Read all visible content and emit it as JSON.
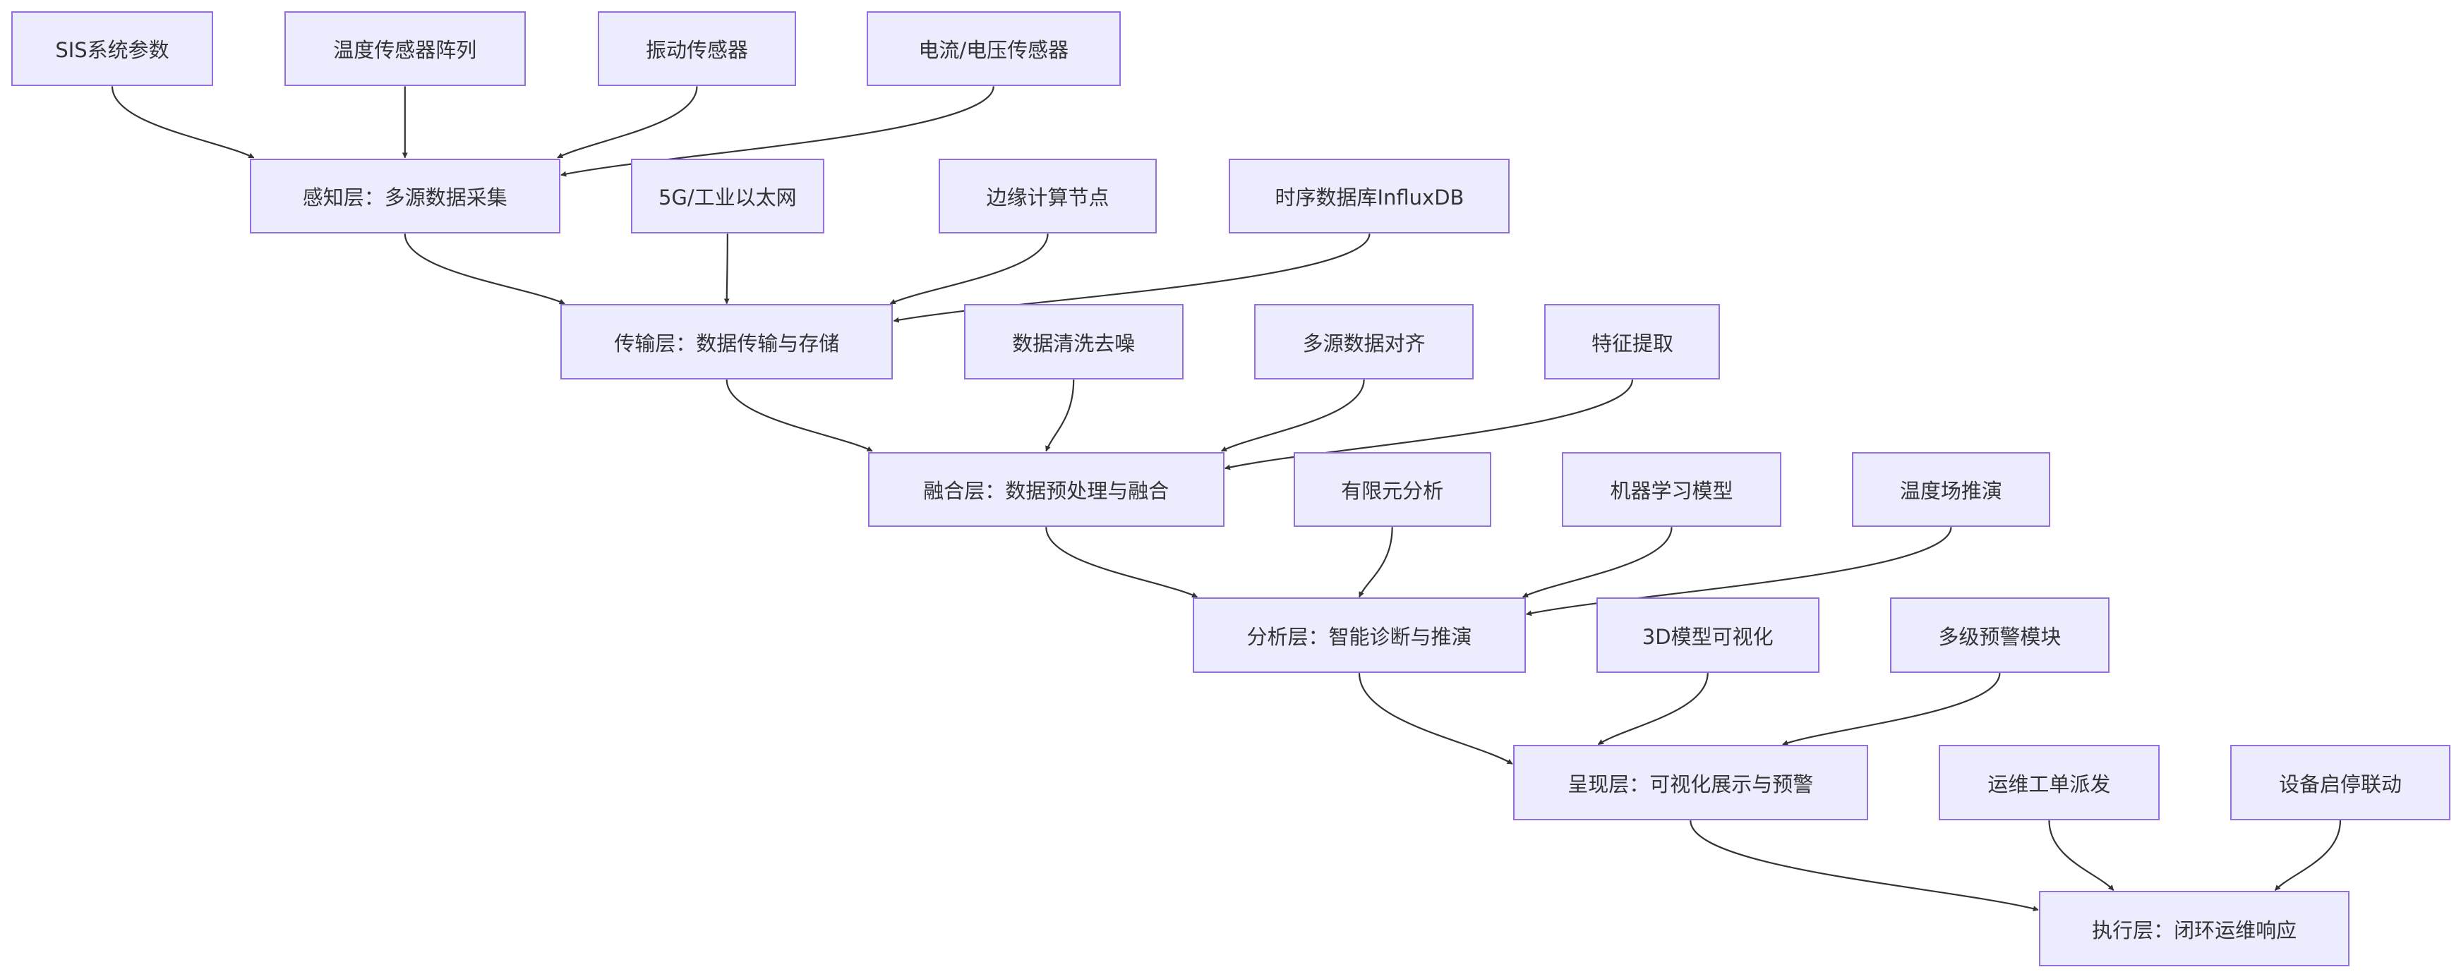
{
  "diagram": {
    "type": "flowchart",
    "direction": "top-down",
    "colors": {
      "node_fill": "#ECECFF",
      "node_border": "#9370DB",
      "edge": "#333333",
      "text": "#333333"
    },
    "nodes": [
      {
        "id": "sis",
        "label": "SIS系统参数",
        "row": 1
      },
      {
        "id": "temp_array",
        "label": "温度传感器阵列",
        "row": 1
      },
      {
        "id": "vibration",
        "label": "振动传感器",
        "row": 1
      },
      {
        "id": "current_voltage",
        "label": "电流/电压传感器",
        "row": 1
      },
      {
        "id": "perception",
        "label": "感知层：多源数据采集",
        "row": 2
      },
      {
        "id": "network",
        "label": "5G/工业以太网",
        "row": 2
      },
      {
        "id": "edge_compute",
        "label": "边缘计算节点",
        "row": 2
      },
      {
        "id": "influxdb",
        "label": "时序数据库InfluxDB",
        "row": 2
      },
      {
        "id": "transport",
        "label": "传输层：数据传输与存储",
        "row": 3
      },
      {
        "id": "cleaning",
        "label": "数据清洗去噪",
        "row": 3
      },
      {
        "id": "alignment",
        "label": "多源数据对齐",
        "row": 3
      },
      {
        "id": "feature",
        "label": "特征提取",
        "row": 3
      },
      {
        "id": "fusion",
        "label": "融合层：数据预处理与融合",
        "row": 4
      },
      {
        "id": "fem",
        "label": "有限元分析",
        "row": 4
      },
      {
        "id": "ml",
        "label": "机器学习模型",
        "row": 4
      },
      {
        "id": "temp_field",
        "label": "温度场推演",
        "row": 4
      },
      {
        "id": "analysis",
        "label": "分析层：智能诊断与推演",
        "row": 5
      },
      {
        "id": "model3d",
        "label": "3D模型可视化",
        "row": 5
      },
      {
        "id": "alert",
        "label": "多级预警模块",
        "row": 5
      },
      {
        "id": "presentation",
        "label": "呈现层：可视化展示与预警",
        "row": 6
      },
      {
        "id": "work_order",
        "label": "运维工单派发",
        "row": 6
      },
      {
        "id": "device_link",
        "label": "设备启停联动",
        "row": 6
      },
      {
        "id": "execution",
        "label": "执行层：闭环运维响应",
        "row": 7
      }
    ],
    "edges": [
      {
        "from": "sis",
        "to": "perception"
      },
      {
        "from": "temp_array",
        "to": "perception"
      },
      {
        "from": "vibration",
        "to": "perception"
      },
      {
        "from": "current_voltage",
        "to": "perception"
      },
      {
        "from": "perception",
        "to": "transport"
      },
      {
        "from": "network",
        "to": "transport"
      },
      {
        "from": "edge_compute",
        "to": "transport"
      },
      {
        "from": "influxdb",
        "to": "transport"
      },
      {
        "from": "transport",
        "to": "fusion"
      },
      {
        "from": "cleaning",
        "to": "fusion"
      },
      {
        "from": "alignment",
        "to": "fusion"
      },
      {
        "from": "feature",
        "to": "fusion"
      },
      {
        "from": "fusion",
        "to": "analysis"
      },
      {
        "from": "fem",
        "to": "analysis"
      },
      {
        "from": "ml",
        "to": "analysis"
      },
      {
        "from": "temp_field",
        "to": "analysis"
      },
      {
        "from": "analysis",
        "to": "presentation"
      },
      {
        "from": "model3d",
        "to": "presentation"
      },
      {
        "from": "alert",
        "to": "presentation"
      },
      {
        "from": "presentation",
        "to": "execution"
      },
      {
        "from": "work_order",
        "to": "execution"
      },
      {
        "from": "device_link",
        "to": "execution"
      }
    ]
  }
}
